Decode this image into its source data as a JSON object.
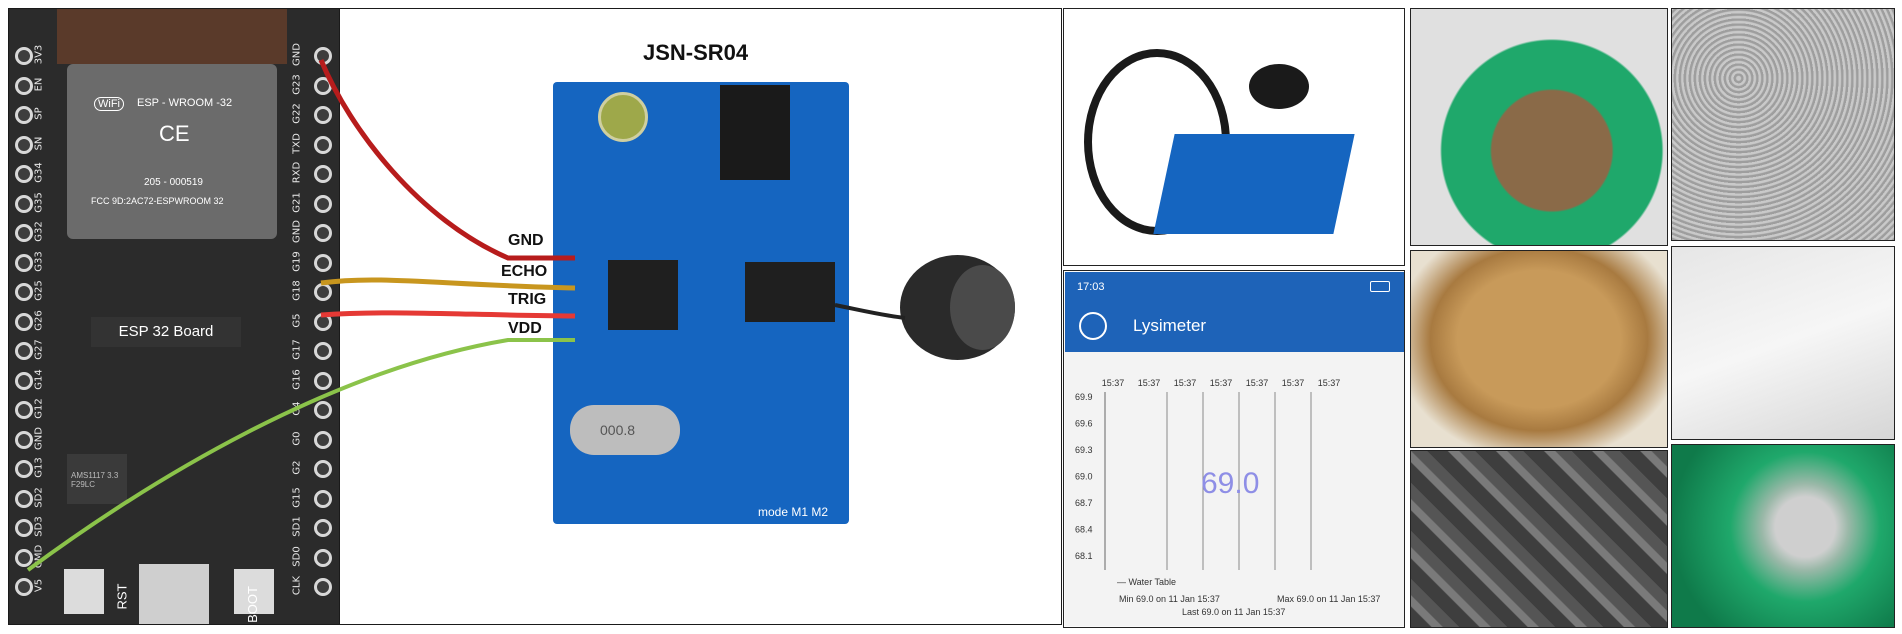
{
  "esp_board": {
    "left_pins": [
      "3V3",
      "EN",
      "SP",
      "SN",
      "G34",
      "G35",
      "G32",
      "G33",
      "G25",
      "G26",
      "G27",
      "G14",
      "G12",
      "GND",
      "G13",
      "SD2",
      "SD3",
      "CMD",
      "V5"
    ],
    "right_pins": [
      "GND",
      "G23",
      "G22",
      "TXD",
      "RXD",
      "G21",
      "GND",
      "G19",
      "G18",
      "G5",
      "G17",
      "G16",
      "G4",
      "G0",
      "G2",
      "G15",
      "SD1",
      "SD0",
      "CLK"
    ],
    "module_brand": "WiFi",
    "module_name": "ESP - WROOM -32",
    "cert_number": "205 - 000519",
    "fcc_id": "FCC 9D:2AC72-ESPWROOM 32",
    "board_label": "ESP 32 Board",
    "regulator_label": "AMS1117 3.3 F29LC",
    "rst_label": "RST",
    "boot_label": "BOOT"
  },
  "sensor": {
    "title": "JSN-SR04",
    "wires": [
      {
        "label": "GND",
        "color": "#b71c1c"
      },
      {
        "label": "ECHO",
        "color": "#c8961e"
      },
      {
        "label": "TRIG",
        "color": "#e53935"
      },
      {
        "label": "VDD",
        "color": "#8bc34a"
      }
    ],
    "crystal_label": "000.8",
    "mode_label": "mode M1 M2"
  },
  "phone": {
    "status_time": "17:03",
    "app_title": "Lysimeter",
    "x_ticks": [
      "15:37",
      "15:37",
      "15:37",
      "15:37",
      "15:37",
      "15:37",
      "15:37"
    ],
    "y_ticks": [
      "69.9",
      "69.6",
      "69.3",
      "69.0",
      "68.7",
      "68.4",
      "68.1"
    ],
    "current_value": "69.0",
    "legend": "Water Table",
    "min_text": "Min  69.0 on 11 Jan 15:37",
    "max_text": "Max  69.0 on 11 Jan 15:37",
    "last_text": "Last  69.0 on 11 Jan 15:37"
  },
  "colors": {
    "pcb_blue": "#1565c0",
    "phone_blue": "#1e63b8",
    "board_black": "#2b2b2b",
    "bucket_green": "#1fa86b"
  }
}
